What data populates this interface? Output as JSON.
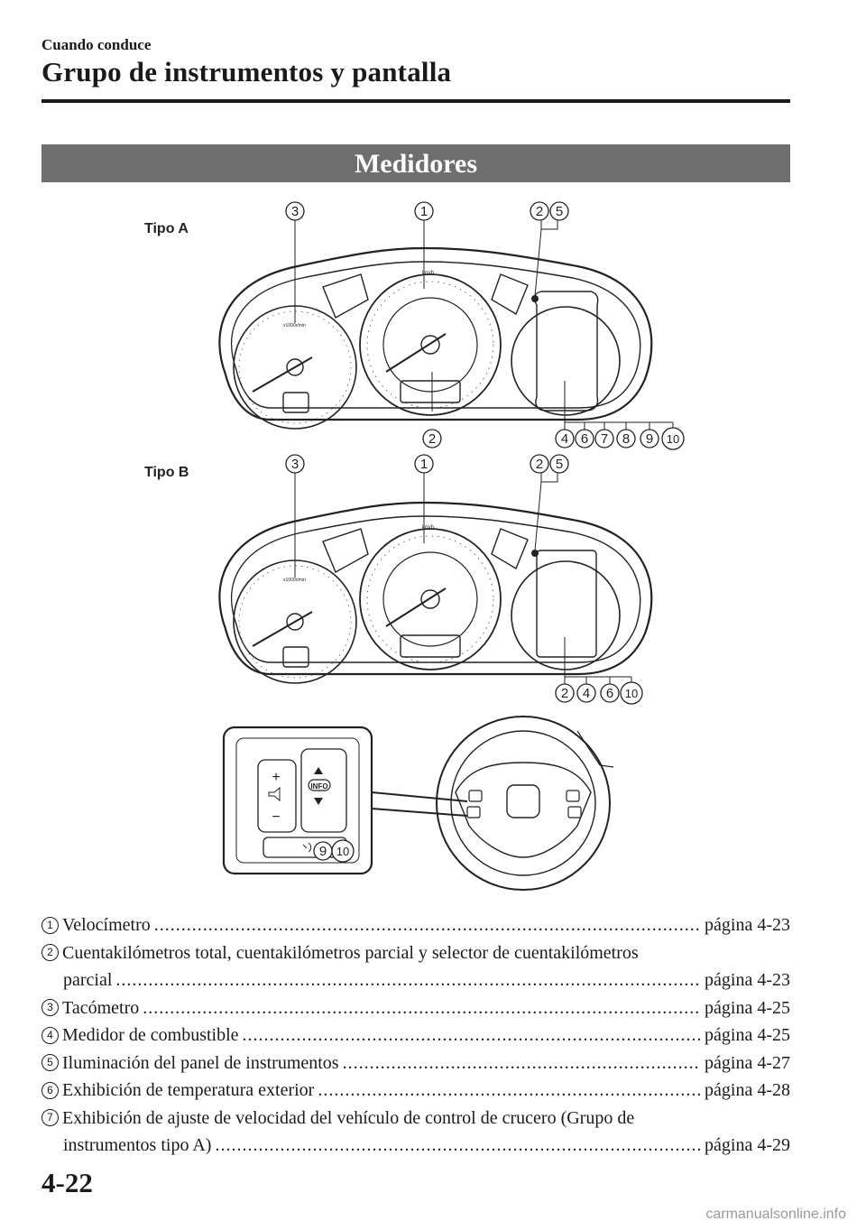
{
  "header": {
    "section": "Cuando conduce",
    "chapter_title": "Grupo de instrumentos y pantalla"
  },
  "banner": {
    "title": "Medidores"
  },
  "figure": {
    "type_a_label": "Tipo A",
    "type_b_label": "Tipo B",
    "speed_unit": "km/h",
    "rpm_unit": "x1000r/min",
    "info_button": "INFO",
    "plus": "+",
    "minus": "−"
  },
  "callouts": [
    "1",
    "2",
    "3",
    "4",
    "5",
    "6",
    "7",
    "8",
    "9",
    "10"
  ],
  "index": [
    {
      "num": "1",
      "label": "Velocímetro",
      "page": "página 4-23"
    },
    {
      "num": "2",
      "label": "Cuentakilómetros total, cuentakilómetros parcial y selector de cuentakilómetros",
      "cont": "parcial",
      "page": "página 4-23"
    },
    {
      "num": "3",
      "label": "Tacómetro",
      "page": "página 4-25"
    },
    {
      "num": "4",
      "label": "Medidor de combustible",
      "page": "página 4-25"
    },
    {
      "num": "5",
      "label": "Iluminación del panel de instrumentos",
      "page": "página 4-27"
    },
    {
      "num": "6",
      "label": "Exhibición de temperatura exterior",
      "page": "página 4-28"
    },
    {
      "num": "7",
      "label": "Exhibición de ajuste de velocidad del vehículo de control de crucero (Grupo de",
      "cont": "instrumentos tipo A)",
      "page": "página 4-29"
    }
  ],
  "footer": {
    "page_number": "4-22",
    "watermark": "carmanualsonline.info"
  }
}
